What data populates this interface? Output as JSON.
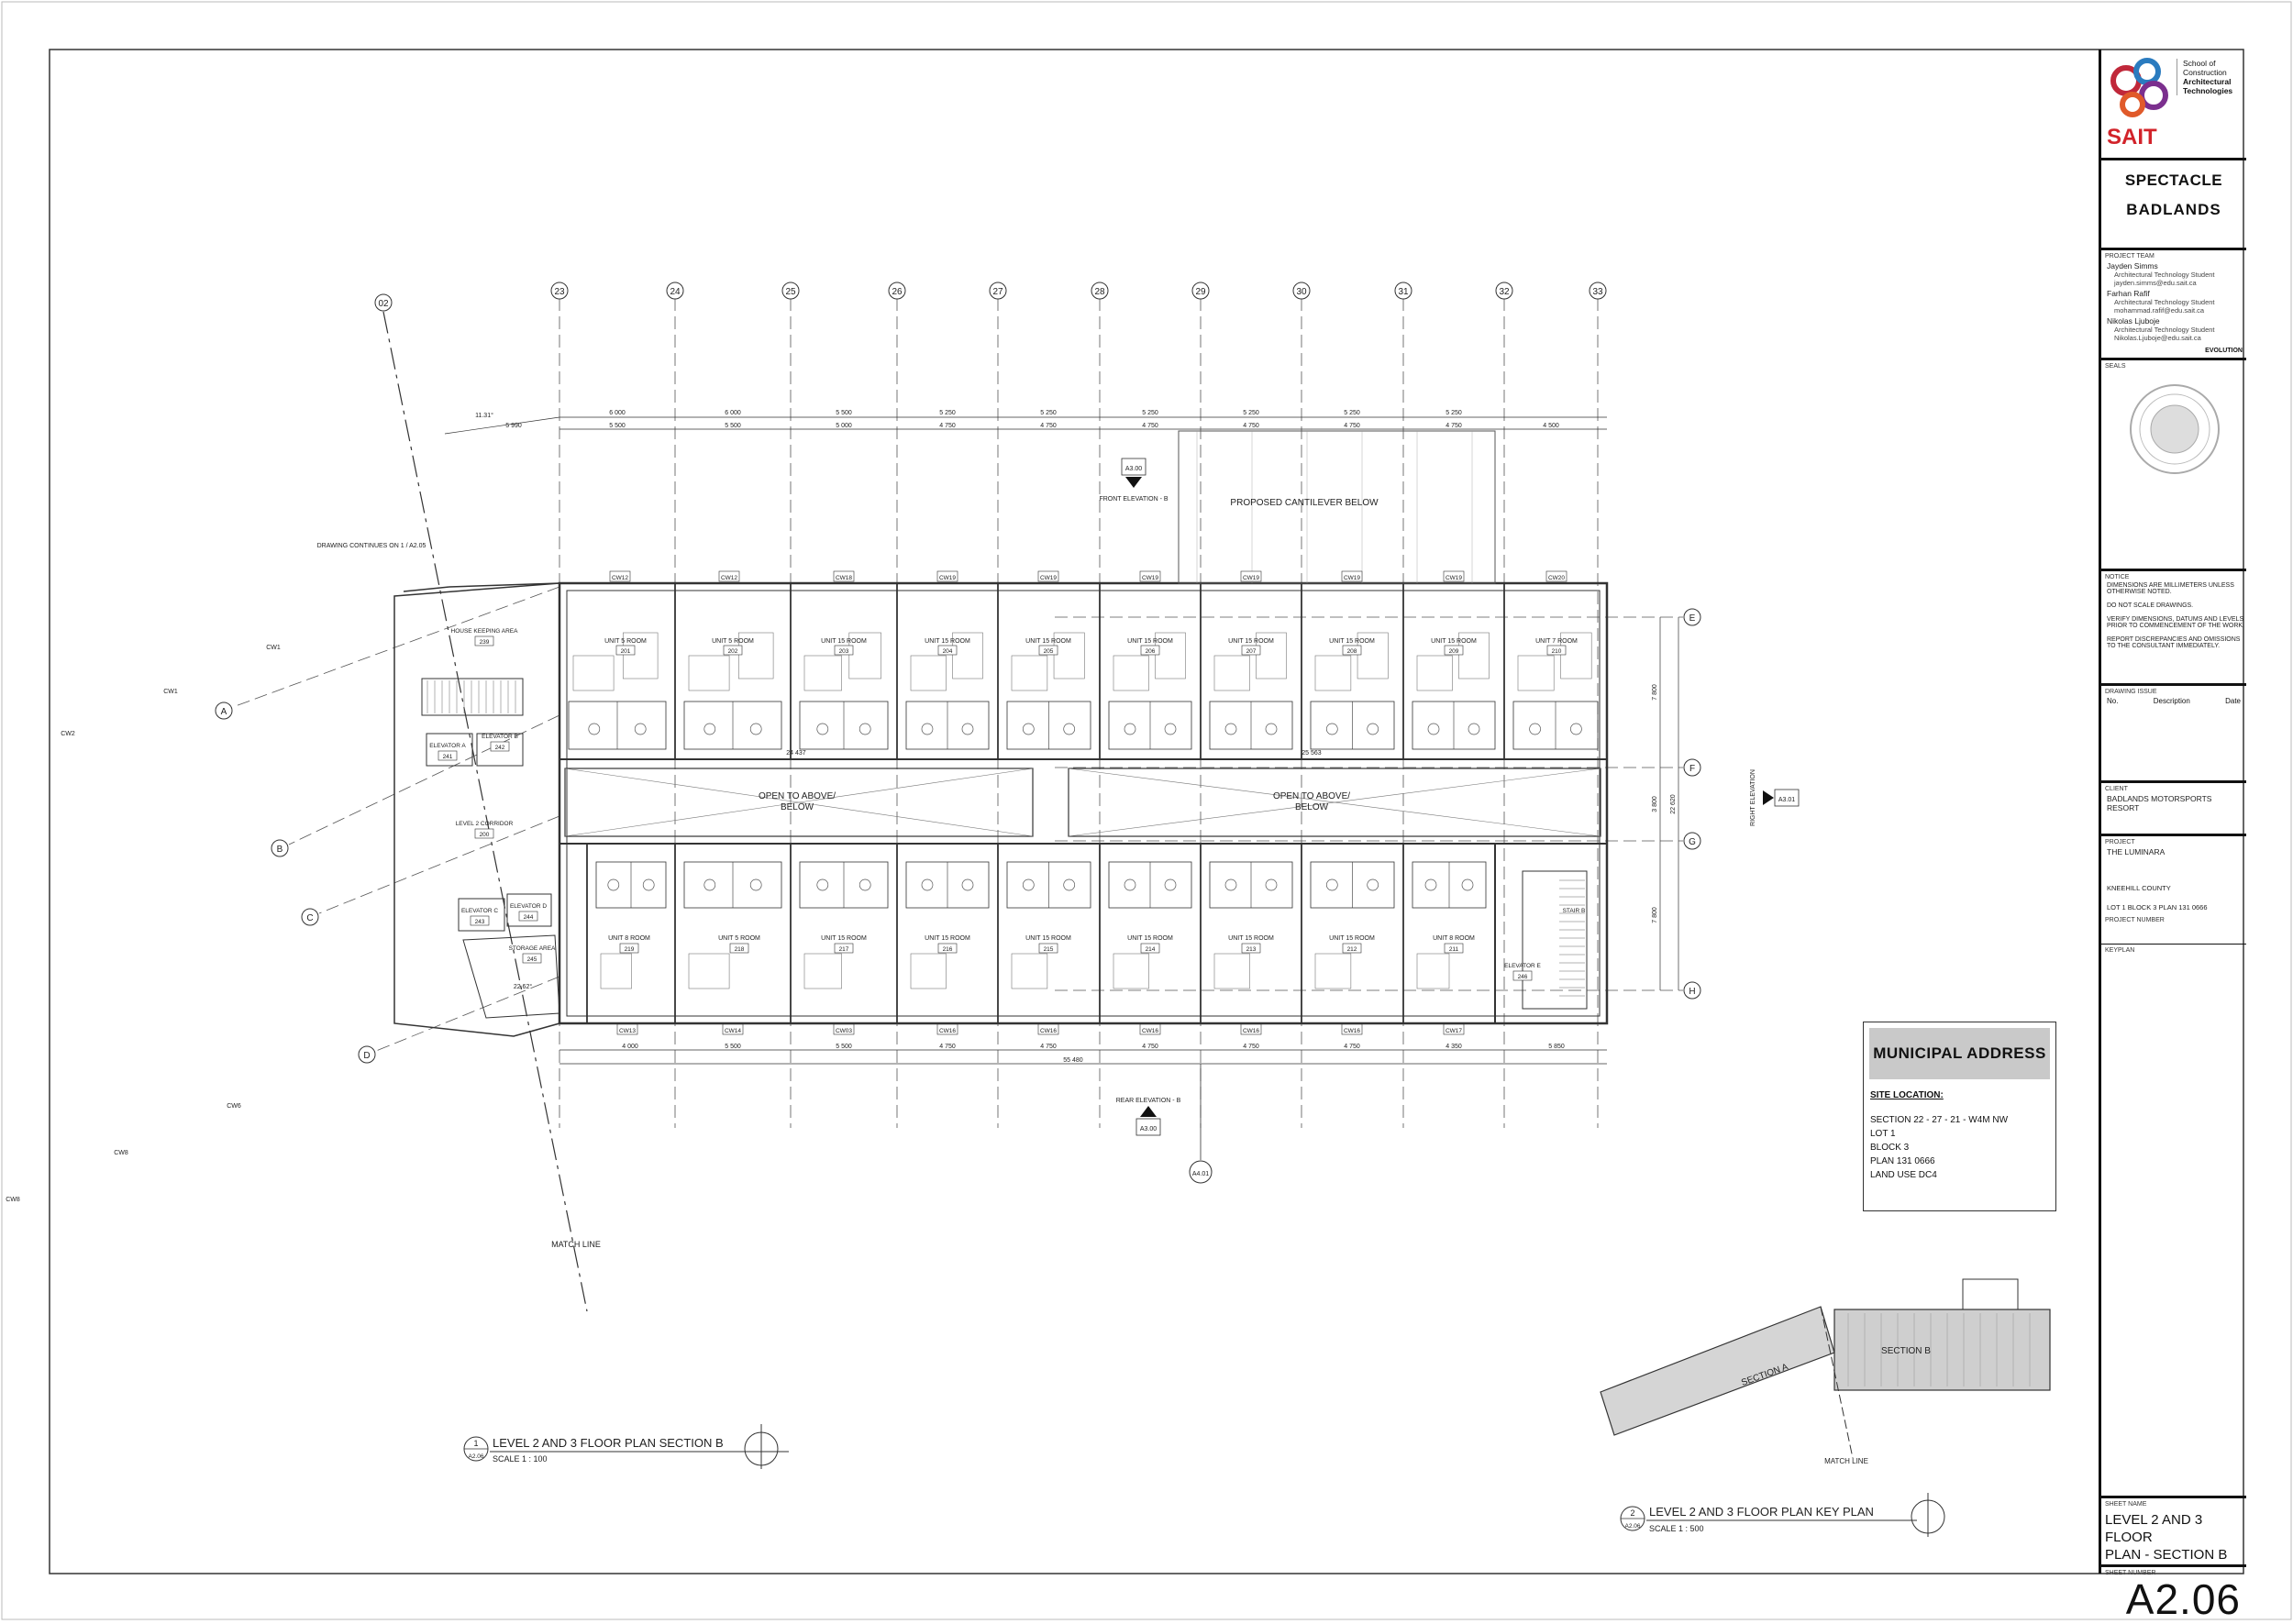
{
  "drawing": {
    "grid_columns": [
      "23",
      "24",
      "25",
      "26",
      "27",
      "28",
      "29",
      "30",
      "31",
      "32",
      "33"
    ],
    "grid_col_02": "02",
    "grid_rows_right": [
      "E",
      "F",
      "G",
      "H"
    ],
    "grid_rows_left": [
      "A",
      "B",
      "C",
      "D"
    ],
    "dims_top_upper": [
      "6 000",
      "6 000",
      "5 500",
      "5 250",
      "5 250",
      "5 250",
      "5 250",
      "5 250",
      "5 250"
    ],
    "dims_top_lower": [
      "5 990",
      "5 500",
      "5 500",
      "5 000",
      "4 750",
      "4 750",
      "4 750",
      "4 750",
      "4 750",
      "4 750",
      "4 500"
    ],
    "angle_top": "11.31°",
    "angle_bottom": "22.62°",
    "dims_bottom": [
      "4 000",
      "5 500",
      "5 500",
      "4 750",
      "4 750",
      "4 750",
      "4 750",
      "4 750",
      "4 350",
      "5 850"
    ],
    "overall_bottom": "55 480",
    "overall_mid_left": "24 437",
    "overall_mid_right": "25 563",
    "dims_right": [
      "7 800",
      "3 800",
      "22 620",
      "7 800"
    ],
    "cantilever": "PROPOSED CANTILEVER BELOW",
    "open_above_1": [
      "OPEN TO ABOVE/",
      "BELOW"
    ],
    "open_above_2": [
      "OPEN TO ABOVE/",
      "BELOW"
    ],
    "front_elevation": "FRONT ELEVATION - B",
    "front_ref": "A3.00",
    "rear_elevation": "REAR ELEVATION - B",
    "rear_ref": "A3.00",
    "right_elevation": "RIGHT ELEVATION",
    "right_ref": "A3.01",
    "section_ref": "A4.01",
    "drawing_continues": "DRAWING CONTINUES ON 1 / A2.05",
    "match_line": "MATCH LINE",
    "cw_tags": [
      "CW1",
      "CW1",
      "CW2",
      "CW6",
      "CW8",
      "CW8"
    ],
    "top_window_tags": [
      "CW12",
      "CW12",
      "CW18",
      "CW19",
      "CW19",
      "CW19",
      "CW19",
      "CW19",
      "CW19",
      "CW20"
    ],
    "bottom_window_tags": [
      "CW13",
      "CW14",
      "CW03",
      "CW16",
      "CW16",
      "CW16",
      "CW16",
      "CW16",
      "CW17"
    ],
    "top_rooms": [
      {
        "name": "UNIT 5 ROOM",
        "num": "201"
      },
      {
        "name": "UNIT 5 ROOM",
        "num": "202"
      },
      {
        "name": "UNIT 15 ROOM",
        "num": "203"
      },
      {
        "name": "UNIT 15 ROOM",
        "num": "204"
      },
      {
        "name": "UNIT 15 ROOM",
        "num": "205"
      },
      {
        "name": "UNIT 15 ROOM",
        "num": "206"
      },
      {
        "name": "UNIT 15 ROOM",
        "num": "207"
      },
      {
        "name": "UNIT 15 ROOM",
        "num": "208"
      },
      {
        "name": "UNIT 15 ROOM",
        "num": "209"
      },
      {
        "name": "UNIT 7 ROOM",
        "num": "210"
      }
    ],
    "bottom_rooms": [
      {
        "name": "UNIT 8 ROOM",
        "num": "219"
      },
      {
        "name": "UNIT 5 ROOM",
        "num": "218"
      },
      {
        "name": "UNIT 15 ROOM",
        "num": "217"
      },
      {
        "name": "UNIT 15 ROOM",
        "num": "216"
      },
      {
        "name": "UNIT 15 ROOM",
        "num": "215"
      },
      {
        "name": "UNIT 15 ROOM",
        "num": "214"
      },
      {
        "name": "UNIT 15 ROOM",
        "num": "213"
      },
      {
        "name": "UNIT 15 ROOM",
        "num": "212"
      },
      {
        "name": "UNIT 8 ROOM",
        "num": "211"
      }
    ],
    "left_rooms": [
      {
        "name": "HOUSE KEEPING AREA",
        "num": "239"
      },
      {
        "name": "ELEVATOR A",
        "num": "241"
      },
      {
        "name": "ELEVATOR B",
        "num": "242"
      },
      {
        "name": "LEVEL 2 CORRIDOR",
        "num": "200"
      },
      {
        "name": "ELEVATOR C",
        "num": "243"
      },
      {
        "name": "ELEVATOR D",
        "num": "244"
      },
      {
        "name": "STORAGE AREA",
        "num": "245"
      }
    ],
    "right_rooms": [
      {
        "name": "STAIR B",
        "num": ""
      },
      {
        "name": "ELEVATOR E",
        "num": "246"
      }
    ],
    "title1": {
      "num": "1",
      "ref": "A2.06",
      "name": "LEVEL 2 AND 3 FLOOR PLAN SECTION B",
      "scale": "SCALE   1 : 100"
    },
    "title2": {
      "num": "2",
      "ref": "A2.06",
      "name": "LEVEL 2 AND 3 FLOOR PLAN KEY PLAN",
      "scale": "SCALE   1 : 500"
    },
    "keyplan": {
      "section_a": "SECTION A",
      "section_b": "SECTION B",
      "match_line": "MATCH LINE"
    }
  },
  "municipal": {
    "heading": "MUNICIPAL ADDRESS",
    "site_location": "SITE LOCATION:",
    "lines": [
      "SECTION 22 - 27 - 21 - W4M NW",
      "LOT 1",
      "BLOCK 3",
      "PLAN 131 0666",
      "LAND USE DC4"
    ]
  },
  "title_block": {
    "school": [
      "School of",
      "Construction",
      "Architectural",
      "Technologies"
    ],
    "logo_text": "SAIT",
    "spectacle": "SPECTACLE",
    "badlands": "BADLANDS",
    "project_team_label": "PROJECT TEAM",
    "team": [
      {
        "name": "Jayden Simms",
        "role": "Architectural Technology Student",
        "email": "jayden.simms@edu.sait.ca"
      },
      {
        "name": "Farhan Rafif",
        "role": "Architectural Technology Student",
        "email": "mohammad.rafif@edu.sait.ca"
      },
      {
        "name": "Nikolas Ljubojе",
        "role": "Architectural Technology Student",
        "email": "Nikolas.Ljuboje@edu.sait.ca"
      }
    ],
    "evolution": "EVOLUTION",
    "seals_label": "SEALS",
    "notice_label": "NOTICE",
    "notice": [
      "DIMENSIONS ARE MILLIMETERS UNLESS OTHERWISE NOTED.",
      "DO NOT SCALE DRAWINGS.",
      "VERIFY DIMENSIONS, DATUMS AND LEVELS PRIOR TO COMMENCEMENT OF THE WORK.",
      "REPORT DISCREPANCIES AND OMISSIONS TO THE CONSULTANT IMMEDIATELY."
    ],
    "issue_label": "DRAWING ISSUE",
    "issue_cols": [
      "No.",
      "Description",
      "Date"
    ],
    "client_label": "CLIENT",
    "client": "BADLANDS MOTORSPORTS RESORT",
    "project_label": "PROJECT",
    "project": "THE LUMINARA",
    "county": "KNEEHILL COUNTY",
    "lot": "LOT 1 BLOCK 3 PLAN 131 0666",
    "project_number_label": "PROJECT NUMBER",
    "keyplan_label": "KEYPLAN",
    "sheet_name_label": "SHEET NAME",
    "sheet_name": [
      "LEVEL 2 AND 3 FLOOR",
      "PLAN - SECTION B"
    ],
    "sheet_number_label": "SHEET NUMBER",
    "sheet_number": "A2.06"
  }
}
